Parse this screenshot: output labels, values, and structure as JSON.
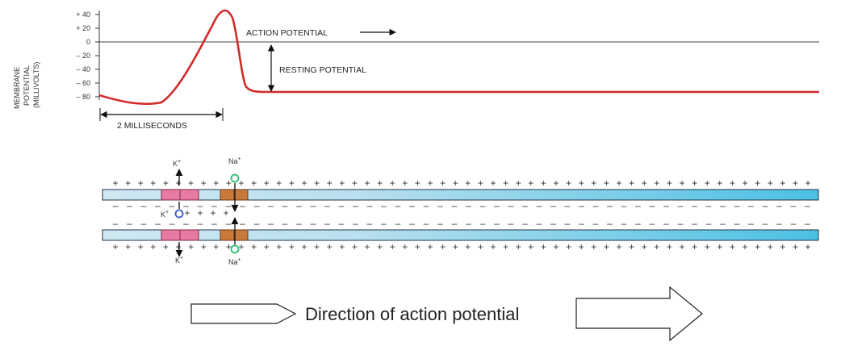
{
  "graph": {
    "y_axis_title": [
      "MEMBRANE",
      "POTENTIAL",
      "(MILLIVOLTS)"
    ],
    "y_ticks": [
      "+ 40",
      "+ 20",
      "0",
      "– 20",
      "– 40",
      "– 60",
      "– 80"
    ],
    "action_label": "ACTION POTENTIAL",
    "resting_label": "RESTING POTENTIAL",
    "time_label": "2 MILLISECONDS",
    "trace_color": "#d42a2a"
  },
  "axon": {
    "k_top": "K",
    "na_top": "Na",
    "k_mid": "K",
    "k_bottom": "K",
    "na_bottom": "Na",
    "ion_charge": "+",
    "plus_sign": "+",
    "minus_sign": "–",
    "membrane_color_light": "#cfe8f2",
    "membrane_color_dark": "#4cc0e4",
    "k_channel_color": "#e87aa2",
    "na_channel_color": "#c97a3a",
    "k_ion_color": "#4a64c8",
    "na_ion_color": "#3fc07a"
  },
  "direction_label": "Direction of action potential"
}
